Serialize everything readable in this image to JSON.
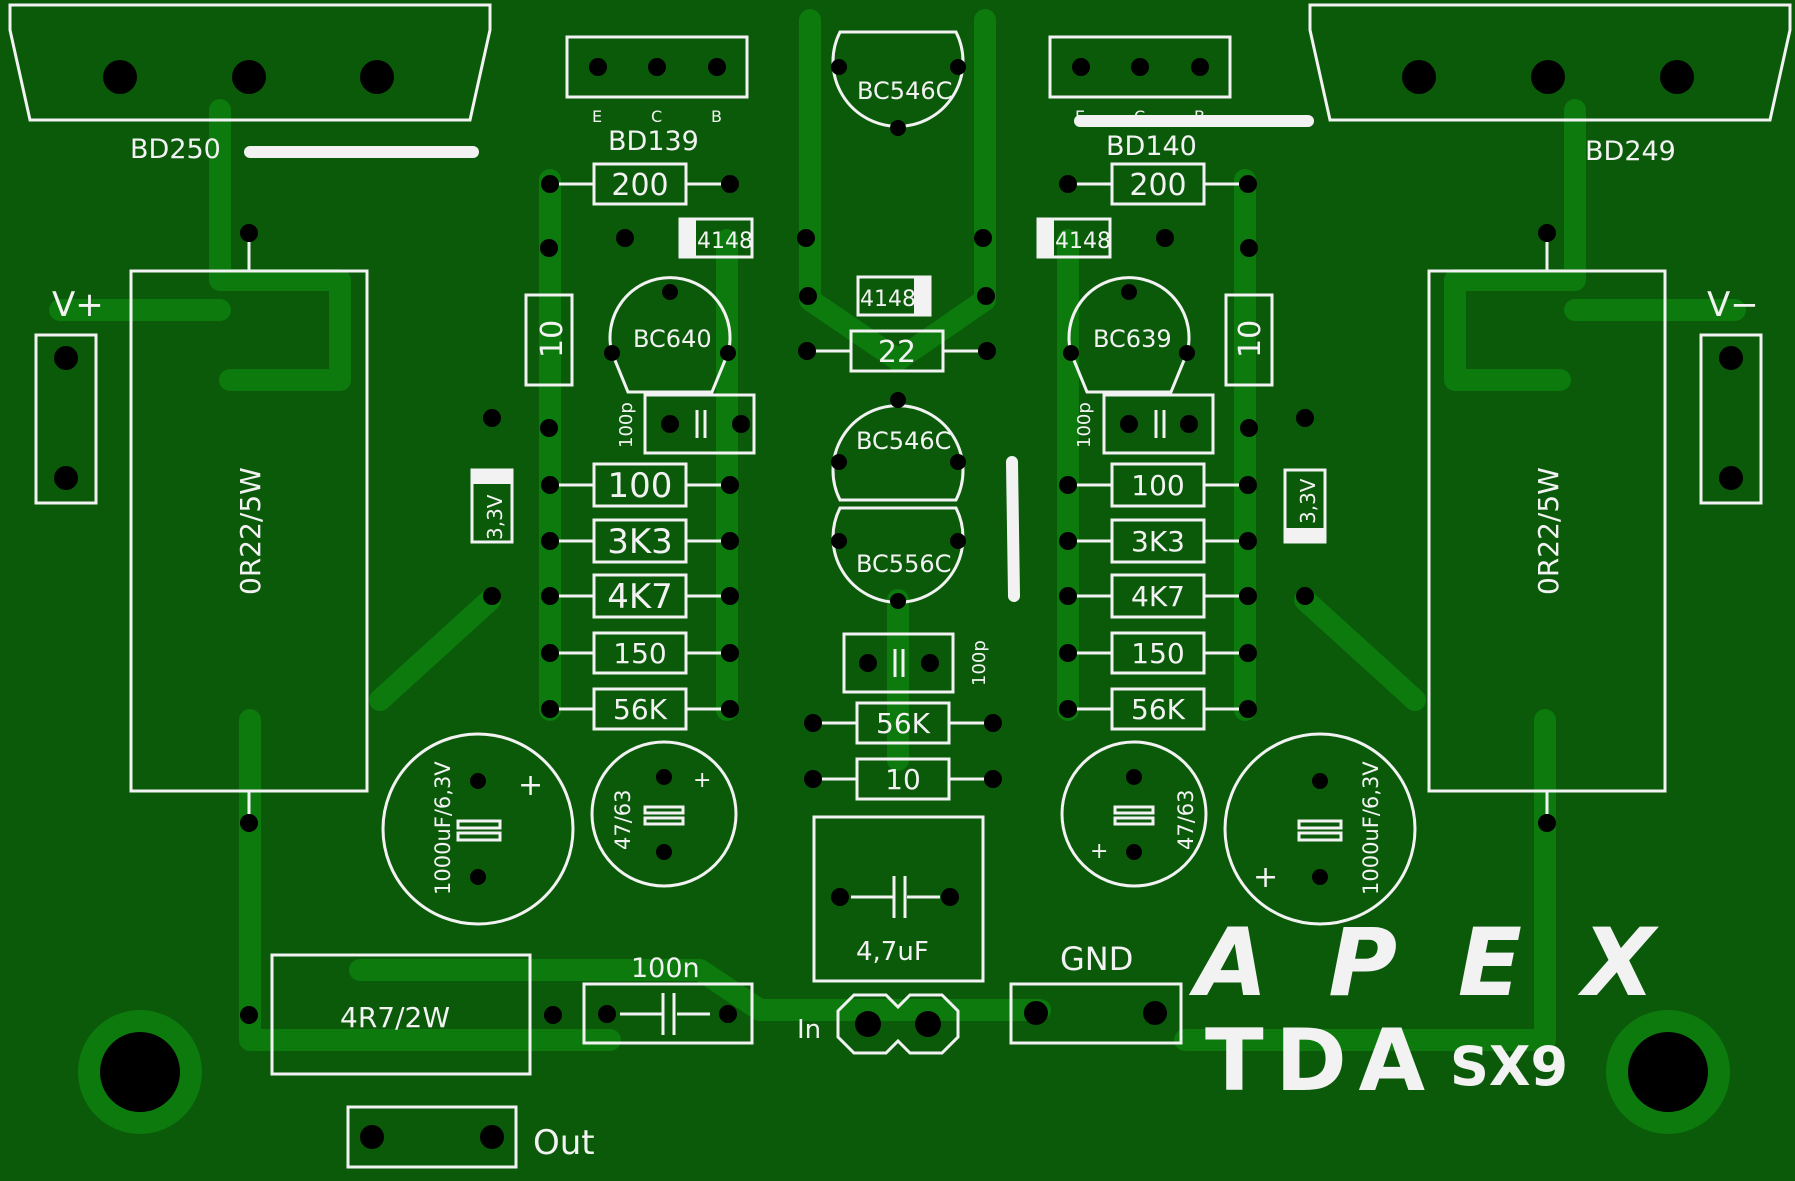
{
  "colors": {
    "board": "#0a5a0a",
    "copper": "#0d7a0d",
    "silk": "#f2f2f2",
    "pad": "#000000"
  },
  "transistors": {
    "bd250": "BD250",
    "bd249": "BD249",
    "bd139": "BD139",
    "bd140": "BD140",
    "bc546c_top": "BC546C",
    "bc546c_mid": "BC546C",
    "bc556c": "BC556C",
    "bc640": "BC640",
    "bc639": "BC639"
  },
  "pins": {
    "e": "E",
    "c": "C",
    "b": "B"
  },
  "power": {
    "vplus": "V+",
    "vminus": "V−"
  },
  "resistors": {
    "r200_l": "200",
    "r200_r": "200",
    "r10_l": "10",
    "r10_r": "10",
    "r22": "22",
    "r100_l": "100",
    "r100_r": "100",
    "r3k3_l": "3K3",
    "r3k3_r": "3K3",
    "r4k7_l": "4K7",
    "r4k7_r": "4K7",
    "r150_l": "150",
    "r150_r": "150",
    "r56k_l": "56K",
    "r56k_r": "56K",
    "r56k_c": "56K",
    "r10_c": "10",
    "r022_l": "0R22/5W",
    "r022_r": "0R22/5W",
    "r4r7": "4R7/2W"
  },
  "diodes": {
    "d4148_a": "4148",
    "d4148_b": "4148",
    "d4148_c": "4148",
    "z33_l": "3,3V",
    "z33_r": "3,3V"
  },
  "capacitors": {
    "c100p_l": "100p",
    "c100p_r": "100p",
    "c100p_c": "100p",
    "c1000_l": "1000uF/6,3V",
    "c1000_r": "1000uF/6,3V",
    "c47_l": "47/63",
    "c47_r": "47/63",
    "c47u": "4,7uF",
    "c100n": "100n",
    "plus": "+"
  },
  "connectors": {
    "gnd": "GND",
    "in": "In",
    "out": "Out"
  },
  "brand": {
    "logo_top": "APEX",
    "logo_bottom": "TDA",
    "model": "SX9"
  }
}
